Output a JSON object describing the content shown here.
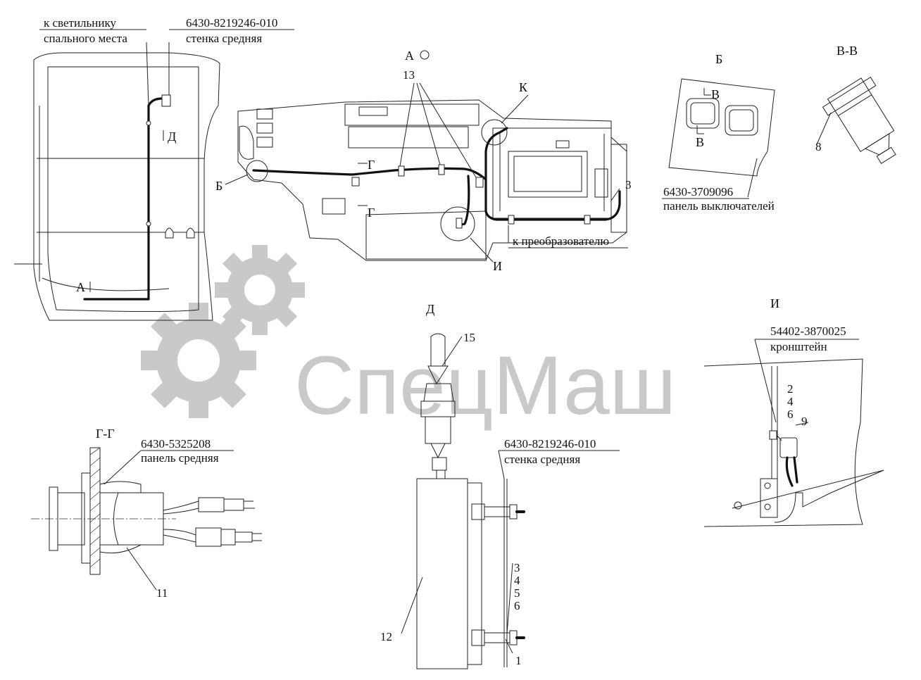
{
  "labels": {
    "to_sleeper_lamp_1": "к светильнику",
    "to_sleeper_lamp_2": "спального места",
    "part_top_left": "6430-8219246-010",
    "part_top_left_desc": "стенка средняя",
    "switch_panel_part": "6430-3709096",
    "switch_panel_desc": "панель выключателей",
    "to_converter": "к преобразователю",
    "bracket_part": "54402-3870025",
    "bracket_desc": "кронштейн",
    "middle_panel_part": "6430-5325208",
    "middle_panel_desc": "панель средняя",
    "wall_part_d": "6430-8219246-010",
    "wall_desc_d": "стенка средняя"
  },
  "sections": {
    "a": "А",
    "b": "Б",
    "vv": "В-В",
    "v": "В",
    "k": "К",
    "d": "Д",
    "i": "И",
    "gg": "Г-Г",
    "g": "Г"
  },
  "callouts": {
    "n13": "13",
    "n3": "3",
    "n8": "8",
    "n15": "15",
    "n9": "9",
    "n11": "11",
    "n12": "12",
    "n1": "1",
    "stack_i": [
      "2",
      "4",
      "6"
    ],
    "stack_d": [
      "3",
      "4",
      "5",
      "6"
    ]
  },
  "watermark": "СпецМаш",
  "colors": {
    "line": "#222222",
    "watermark": "#c9c9c9"
  }
}
